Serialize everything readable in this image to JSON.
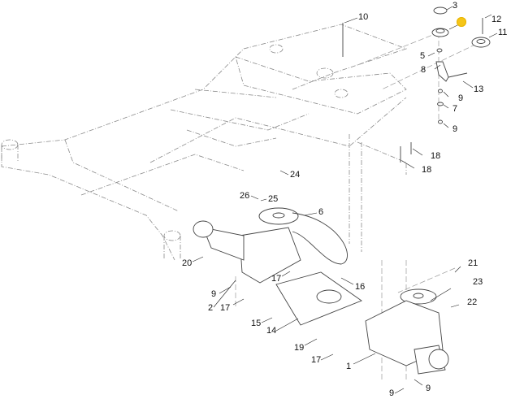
{
  "diagram": {
    "title": "Hydrostatic Transmission and Drive Belt Assembly Parts Diagram",
    "highlight_color": "#f5c518",
    "highlighted_part": "idler pulley (unlabeled, next to callout 3)",
    "callouts": [
      {
        "id": "c3",
        "label": "3"
      },
      {
        "id": "c10",
        "label": "10"
      },
      {
        "id": "c12",
        "label": "12"
      },
      {
        "id": "c11",
        "label": "11"
      },
      {
        "id": "c5",
        "label": "5"
      },
      {
        "id": "c8",
        "label": "8"
      },
      {
        "id": "c13",
        "label": "13"
      },
      {
        "id": "c9a",
        "label": "9"
      },
      {
        "id": "c7",
        "label": "7"
      },
      {
        "id": "c9b",
        "label": "9"
      },
      {
        "id": "c18a",
        "label": "18"
      },
      {
        "id": "c18b",
        "label": "18"
      },
      {
        "id": "c24",
        "label": "24"
      },
      {
        "id": "c26",
        "label": "26"
      },
      {
        "id": "c25",
        "label": "25"
      },
      {
        "id": "c6",
        "label": "6"
      },
      {
        "id": "c20",
        "label": "20"
      },
      {
        "id": "c17a",
        "label": "17"
      },
      {
        "id": "c16",
        "label": "16"
      },
      {
        "id": "c9c",
        "label": "9"
      },
      {
        "id": "c2",
        "label": "2"
      },
      {
        "id": "c17b",
        "label": "17"
      },
      {
        "id": "c15",
        "label": "15"
      },
      {
        "id": "c14",
        "label": "14"
      },
      {
        "id": "c21",
        "label": "21"
      },
      {
        "id": "c23",
        "label": "23"
      },
      {
        "id": "c22",
        "label": "22"
      },
      {
        "id": "c19",
        "label": "19"
      },
      {
        "id": "c17c",
        "label": "17"
      },
      {
        "id": "c1",
        "label": "1"
      },
      {
        "id": "c9d",
        "label": "9"
      },
      {
        "id": "c9e",
        "label": "9"
      }
    ]
  }
}
